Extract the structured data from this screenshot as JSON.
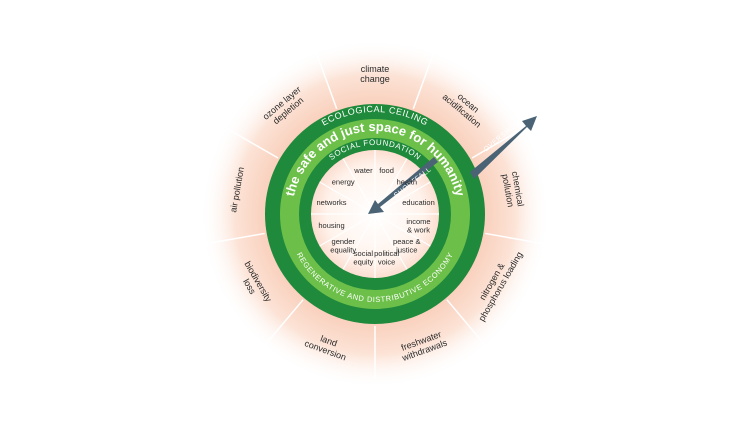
{
  "ring_labels": {
    "ceiling": "ECOLOGICAL CEILING",
    "tagline": "the safe and just space for humanity",
    "foundation": "SOCIAL FOUNDATION",
    "economy": "REGENERATIVE AND DISTRIBUTIVE ECONOMY",
    "overshoot": "OVERSHOOT",
    "shortfall": "SHORTFALL"
  },
  "ecological_ceiling": [
    {
      "lines": [
        "climate",
        "change"
      ]
    },
    {
      "lines": [
        "ocean",
        "acidification"
      ]
    },
    {
      "lines": [
        "chemical",
        "pollution"
      ]
    },
    {
      "lines": [
        "nitrogen &",
        "phosphorus loading"
      ]
    },
    {
      "lines": [
        "freshwater",
        "withdrawals"
      ]
    },
    {
      "lines": [
        "land",
        "conversion"
      ]
    },
    {
      "lines": [
        "biodiversity",
        "loss"
      ]
    },
    {
      "lines": [
        "air pollution"
      ]
    },
    {
      "lines": [
        "ozone layer",
        "depletion"
      ]
    }
  ],
  "social_foundation": [
    {
      "lines": [
        "food"
      ]
    },
    {
      "lines": [
        "health"
      ]
    },
    {
      "lines": [
        "education"
      ]
    },
    {
      "lines": [
        "income",
        "& work"
      ]
    },
    {
      "lines": [
        "peace &",
        "justice"
      ]
    },
    {
      "lines": [
        "political",
        "voice"
      ]
    },
    {
      "lines": [
        "social",
        "equity"
      ]
    },
    {
      "lines": [
        "gender",
        "equality"
      ]
    },
    {
      "lines": [
        "housing"
      ]
    },
    {
      "lines": [
        "networks"
      ]
    },
    {
      "lines": [
        "energy"
      ]
    },
    {
      "lines": [
        "water"
      ]
    }
  ],
  "colors": {
    "dark_green": "#1f8a3b",
    "light_green": "#6cc04a",
    "arrow": "#4a6375",
    "glow": "#f4b9a0"
  }
}
